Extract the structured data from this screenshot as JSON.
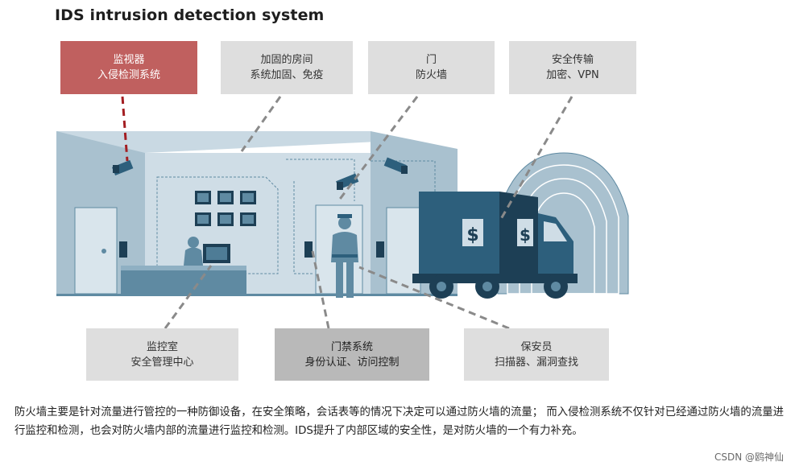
{
  "title": "IDS intrusion detection system",
  "boxes": {
    "monitor": {
      "line1": "监视器",
      "line2": "入侵检测系统",
      "color": "#c0605f"
    },
    "room": {
      "line1": "加固的房间",
      "line2": "系统加固、免疫"
    },
    "door": {
      "line1": "门",
      "line2": "防火墙"
    },
    "transport": {
      "line1": "安全传输",
      "line2": "加密、VPN"
    },
    "control_room": {
      "line1": "监控室",
      "line2": "安全管理中心"
    },
    "access": {
      "line1": "门禁系统",
      "line2": "身份认证、访问控制"
    },
    "guard": {
      "line1": "保安员",
      "line2": "扫描器、漏洞查找"
    }
  },
  "icons": {
    "money_symbol": "$"
  },
  "description": "防火墙主要是针对流量进行管控的一种防御设备，在安全策略，会话表等的情况下决定可以通过防火墙的流量； 而入侵检测系统不仅针对已经通过防火墙的流量进行监控和检测，也会对防火墙内部的流量进行监控和检测。IDS提升了内部区域的安全性，是对防火墙的一个有力补充。",
  "watermark": "CSDN @鸥神仙",
  "colors": {
    "building_light": "#cfdde6",
    "building_mid": "#a9c1cf",
    "building_dark": "#5f8aa2",
    "truck": "#2d5f7c",
    "truck_dark": "#1d3f55",
    "leader_gray": "#8a8a8a",
    "leader_red": "#a31e22"
  }
}
